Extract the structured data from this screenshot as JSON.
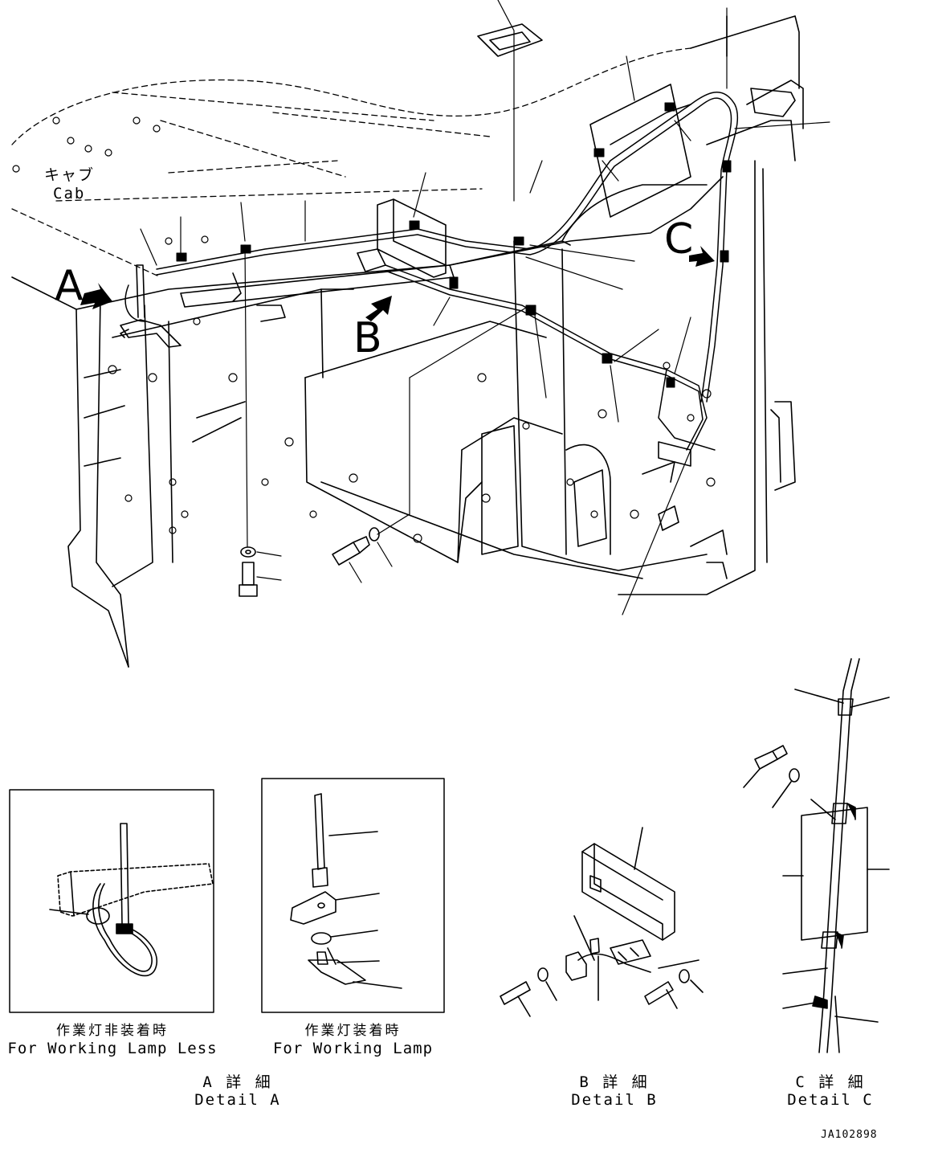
{
  "main_view": {
    "cab_label_jp": "キャブ",
    "cab_label_en": "Cab",
    "callout_a": "A",
    "callout_b": "B",
    "callout_c": "C"
  },
  "detail_a": {
    "left_caption_jp": "作業灯非装着時",
    "left_caption_en": "For Working Lamp Less",
    "right_caption_jp": "作業灯装着時",
    "right_caption_en": "For Working Lamp",
    "title_jp": "A 詳 細",
    "title_en": "Detail A"
  },
  "detail_b": {
    "title_jp": "B 詳 細",
    "title_en": "Detail B"
  },
  "detail_c": {
    "title_jp": "C 詳 細",
    "title_en": "Detail C"
  },
  "drawing_number": "JA102898"
}
